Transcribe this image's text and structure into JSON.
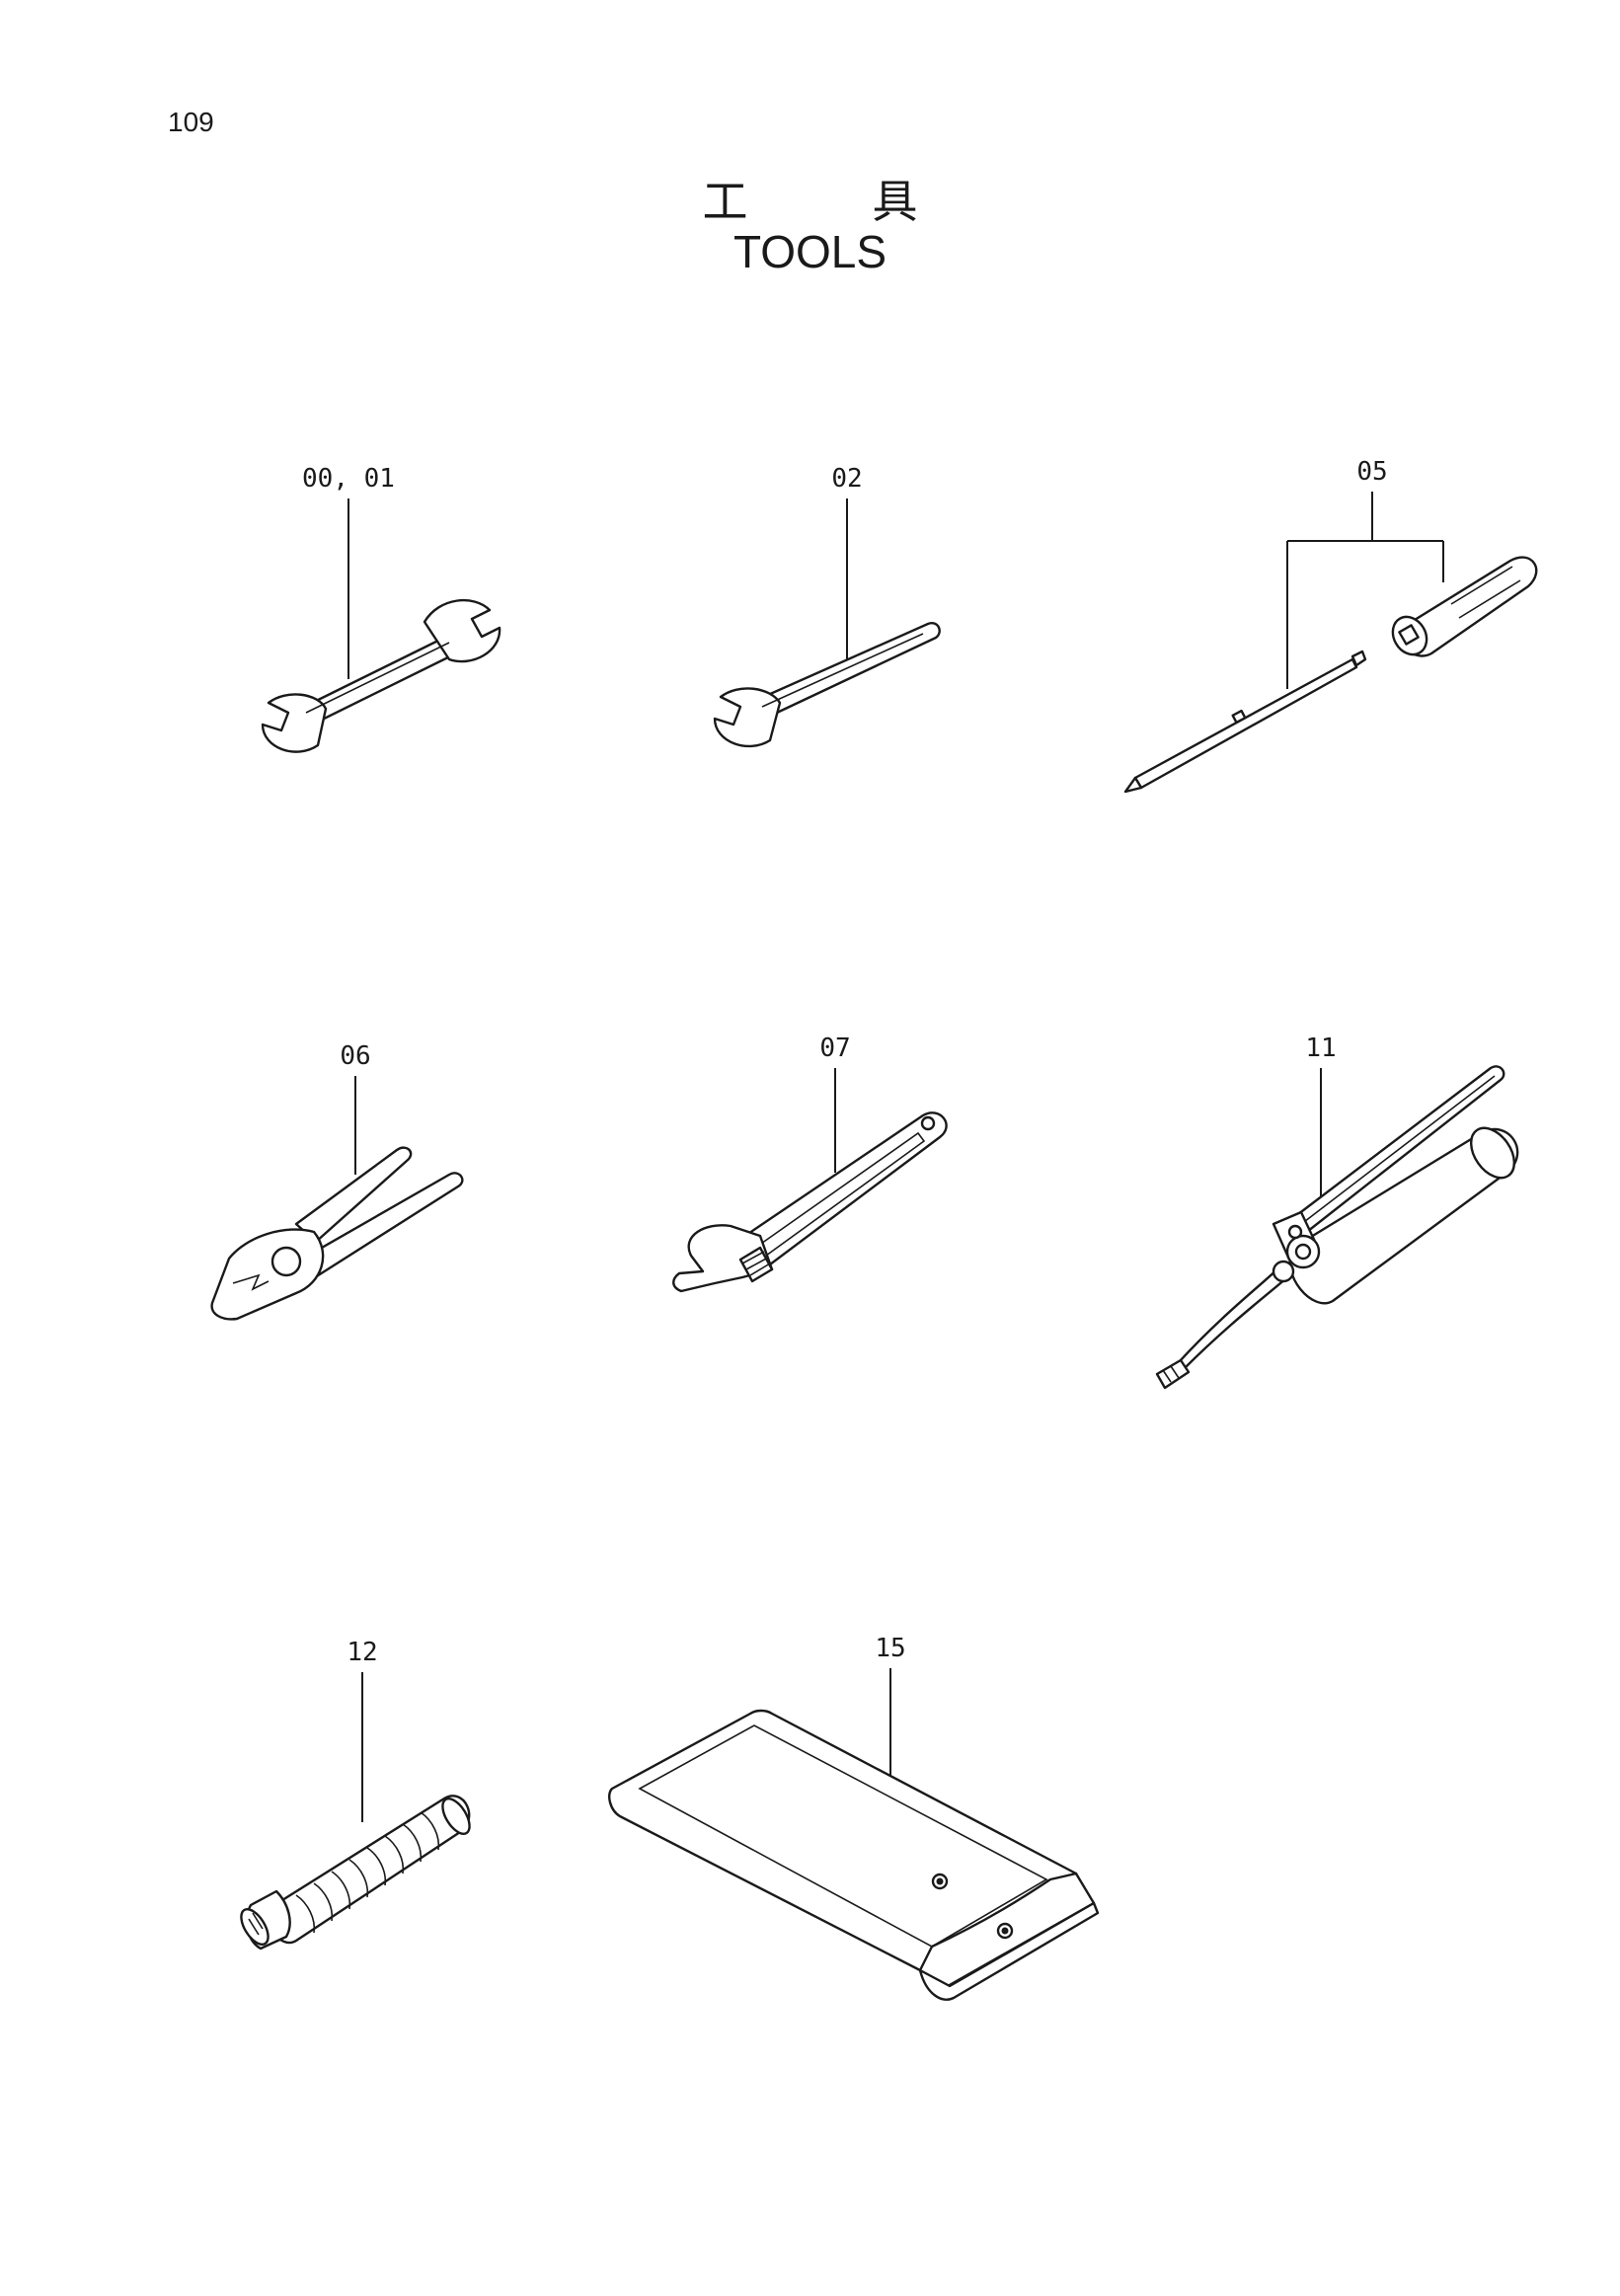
{
  "page": {
    "number": "109"
  },
  "title": {
    "japanese": "工　具",
    "english": "TOOLS"
  },
  "parts": [
    {
      "id": "double-open-wrench",
      "label": "00, 01",
      "icon": "double-open-wrench-icon"
    },
    {
      "id": "single-open-wrench",
      "label": "02",
      "icon": "single-open-wrench-icon"
    },
    {
      "id": "screwdriver",
      "label": "05",
      "icon": "screwdriver-icon"
    },
    {
      "id": "pliers",
      "label": "06",
      "icon": "pliers-icon"
    },
    {
      "id": "adjustable-wrench",
      "label": "07",
      "icon": "adjustable-wrench-icon"
    },
    {
      "id": "grease-gun",
      "label": "11",
      "icon": "grease-gun-icon"
    },
    {
      "id": "bellows-nozzle",
      "label": "12",
      "icon": "bellows-nozzle-icon"
    },
    {
      "id": "tool-bag",
      "label": "15",
      "icon": "tool-bag-icon"
    }
  ]
}
